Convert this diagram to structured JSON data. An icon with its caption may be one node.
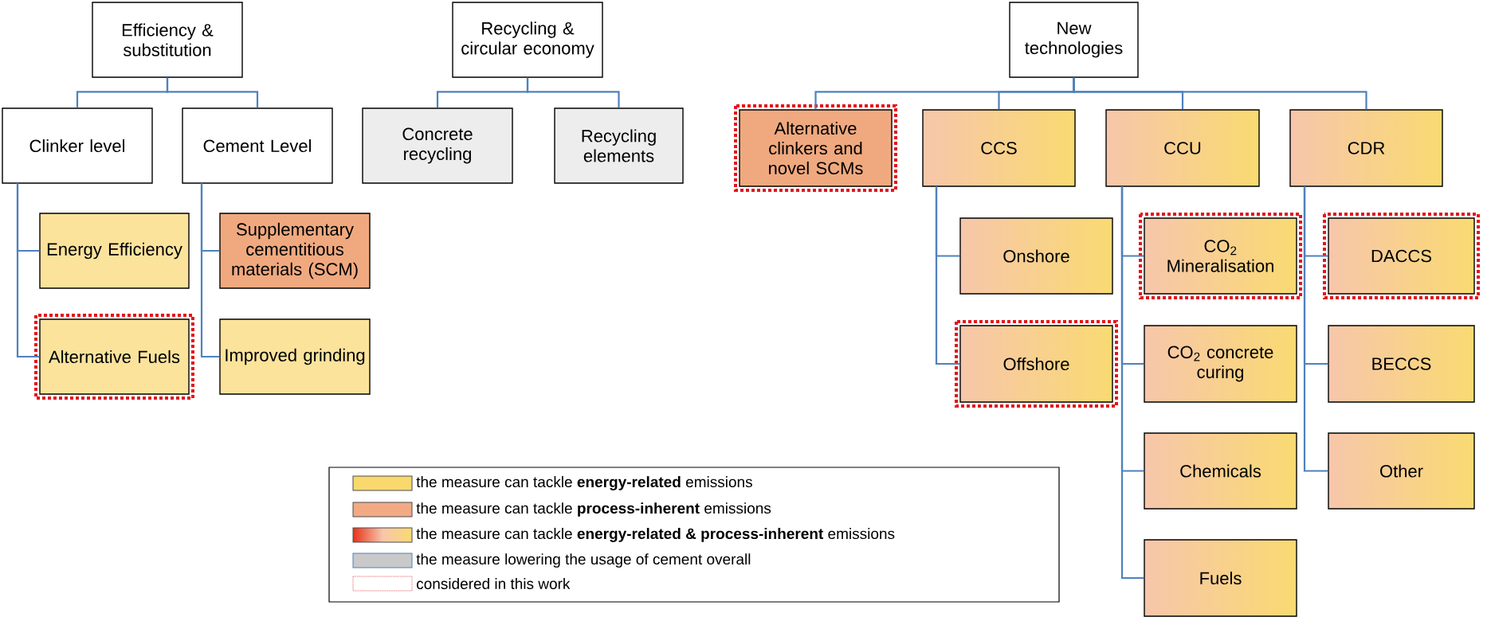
{
  "diagram": {
    "nodes": [
      {
        "text": [
          "Efficiency & substitution"
        ]
      },
      {
        "text": [
          "Clinker level"
        ]
      },
      {
        "text": [
          "Cement Level"
        ]
      },
      {
        "text": [
          "Energy Efficiency"
        ]
      },
      {
        "text": [
          "Alternative Fuels"
        ]
      },
      {
        "text": [
          "Supplementary cementitious materials (SCM)"
        ]
      },
      {
        "text": [
          "Improved grinding"
        ]
      },
      {
        "text": [
          "Recycling & circular economy"
        ]
      },
      {
        "text": [
          "Concrete recycling"
        ]
      },
      {
        "text": [
          "Recycling elements"
        ]
      },
      {
        "text": [
          "New technologies"
        ]
      },
      {
        "text": [
          "Alternative clinkers and novel SCMs"
        ]
      },
      {
        "text": [
          "CCS"
        ]
      },
      {
        "text": [
          "CCU"
        ]
      },
      {
        "text": [
          "CDR"
        ]
      },
      {
        "text": [
          "Onshore"
        ]
      },
      {
        "text": [
          "Offshore"
        ]
      },
      {
        "text": [
          "CO$_{2}$ Mineralisation"
        ]
      },
      {
        "text": [
          "CO$_{2}$ concrete curing"
        ]
      },
      {
        "text": [
          "Chemicals"
        ]
      },
      {
        "text": [
          "Fuels"
        ]
      },
      {
        "text": [
          "DACCS"
        ]
      },
      {
        "text": [
          "BECCS"
        ]
      },
      {
        "text": [
          "Other"
        ]
      }
    ],
    "edges": [
      {
        "from": 0,
        "to": 1,
        "arrow": "none"
      },
      {
        "from": 0,
        "to": 2,
        "arrow": "none"
      },
      {
        "from": 1,
        "to": 3,
        "arrow": "none"
      },
      {
        "from": 1,
        "to": 4,
        "arrow": "none"
      },
      {
        "from": 2,
        "to": 5,
        "arrow": "none"
      },
      {
        "from": 2,
        "to": 6,
        "arrow": "none"
      },
      {
        "from": 7,
        "to": 8,
        "arrow": "none"
      },
      {
        "from": 7,
        "to": 9,
        "arrow": "none"
      },
      {
        "from": 10,
        "to": 11,
        "arrow": "none"
      },
      {
        "from": 10,
        "to": 12,
        "arrow": "none"
      },
      {
        "from": 10,
        "to": 13,
        "arrow": "none"
      },
      {
        "from": 10,
        "to": 14,
        "arrow": "none"
      },
      {
        "from": 12,
        "to": 15,
        "arrow": "none"
      },
      {
        "from": 12,
        "to": 16,
        "arrow": "none"
      },
      {
        "from": 13,
        "to": 17,
        "arrow": "none"
      },
      {
        "from": 13,
        "to": 18,
        "arrow": "none"
      },
      {
        "from": 13,
        "to": 19,
        "arrow": "none"
      },
      {
        "from": 13,
        "to": 20,
        "arrow": "none"
      },
      {
        "from": 14,
        "to": 21,
        "arrow": "none"
      },
      {
        "from": 14,
        "to": 22,
        "arrow": "none"
      },
      {
        "from": 14,
        "to": 23,
        "arrow": "none"
      }
    ],
    "legend": [
      {
        "text": "the measure can tackle **energy-related** emissions",
        "color": "#f9d86e"
      },
      {
        "text": "the measure can tackle **process-inherent** emissions",
        "color": "#f2aa84"
      },
      {
        "text": "the measure can tackle **energy-related & process-inherent** emissions"
      },
      {
        "text": "the measure lowering the usage of cement overall",
        "color": "#c9c9c9"
      },
      {
        "text": "considered in this work"
      }
    ]
  }
}
